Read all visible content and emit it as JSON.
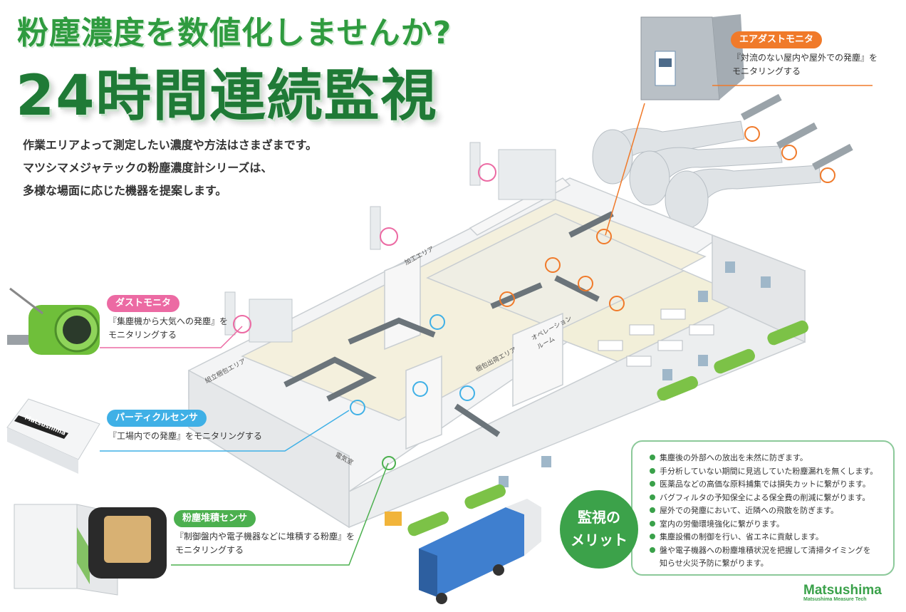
{
  "headline": {
    "line1": "粉塵濃度を数値化しませんか?",
    "line2": "24時間連続監視"
  },
  "intro": [
    "作業エリアよって測定したい濃度や方法はさまざまです。",
    "マツシマメジャテックの粉塵濃度計シリーズは、",
    "多様な場面に応じた機器を提案します。"
  ],
  "devices": {
    "air_dust": {
      "title": "エアダストモニタ",
      "desc1": "『対流のない屋内や屋外での発塵』を",
      "desc2": "モニタリングする",
      "color": "#f07a2a"
    },
    "dust": {
      "title": "ダストモニタ",
      "desc1": "『集塵機から大気への発塵』を",
      "desc2": "モニタリングする",
      "color": "#ec6aa3"
    },
    "particle": {
      "title": "パーティクルセンサ",
      "desc1": "『工場内での発塵』をモニタリングする",
      "color": "#3fb0e6"
    },
    "deposit": {
      "title": "粉塵堆積センサ",
      "desc1": "『制御盤内や電子機器などに堆積する粉塵』を",
      "desc2": "モニタリングする",
      "color": "#4cb04f"
    }
  },
  "areas": {
    "processing": "加工エリア",
    "assembly": "組立梱包エリア",
    "shipping": "梱包出荷エリア",
    "operation1": "オペレーション",
    "operation2": "ルーム",
    "electrical": "電気室"
  },
  "sensor_brand": "Matsushima",
  "merit": {
    "line1": "監視の",
    "line2": "メリット"
  },
  "benefits": [
    "集塵後の外部への放出を未然に防ぎます。",
    "手分析していない期間に見逃していた粉塵漏れを無くします。",
    "医薬品などの高価な原料捕集では損失カットに繋がります。",
    "バグフィルタの予知保全による保全費の削減に繋がります。",
    "屋外での発塵において、近隣への飛散を防ぎます。",
    "室内の労働環境強化に繋がります。",
    "集塵設備の制御を行い、省エネに貢献します。",
    "盤や電子機器への粉塵堆積状況を把握して清掃タイミングを",
    "知らせ火災予防に繋がります。"
  ],
  "logo": {
    "name": "Matsushima",
    "sub": "Matsushima Measure Tech"
  }
}
